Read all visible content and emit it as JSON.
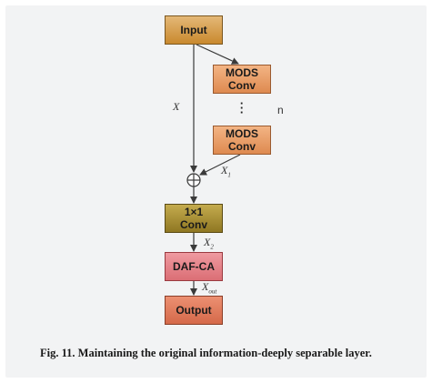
{
  "nodes": {
    "input": "Input",
    "mods_1": [
      "MODS",
      "Conv"
    ],
    "mods_2": [
      "MODS",
      "Conv"
    ],
    "conv_1x1": [
      "1×1",
      "Conv"
    ],
    "daf_ca": "DAF-CA",
    "output": "Output"
  },
  "labels": {
    "x": "X",
    "x1_base": "X",
    "x1_sub": "1",
    "x2_base": "X",
    "x2_sub": "2",
    "xout_base": "X",
    "xout_sub": "out",
    "repeat_dots": [
      "·",
      "·",
      "·"
    ],
    "repeat_n": "n",
    "add_symbol": "⊕"
  },
  "caption": "Fig. 11.  Maintaining the original information-deeply separable layer.",
  "colors": {
    "line": "#3a3a3a",
    "panel": "#f2f3f4"
  }
}
